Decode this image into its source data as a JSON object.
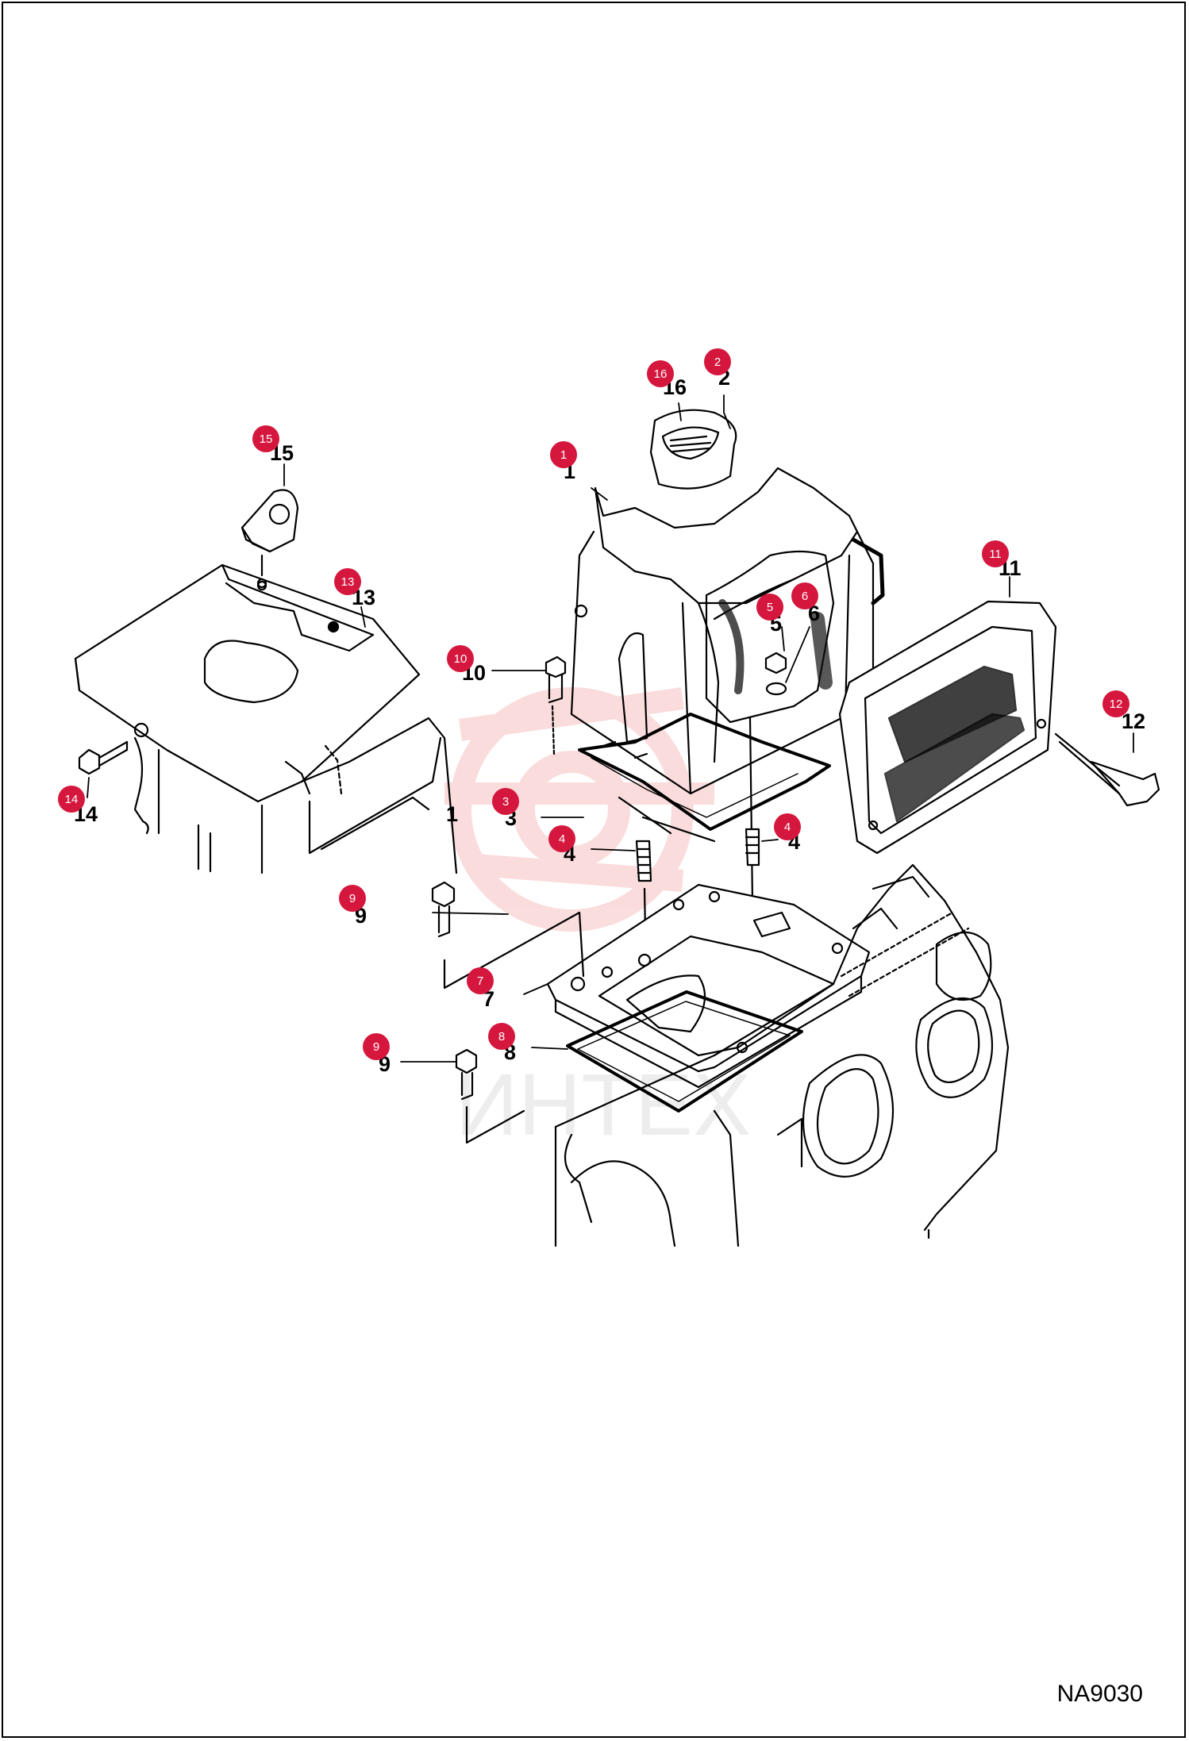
{
  "diagram_code": "NA9030",
  "watermark_text": "ИНТЕХ",
  "colors": {
    "callout": "#d5173d",
    "line": "#000000",
    "watermark": "#f4b3b3"
  },
  "callouts": {
    "c1": "1",
    "c2": "2",
    "c3": "3",
    "c4a": "4",
    "c4b": "4",
    "c5": "5",
    "c6": "6",
    "c7": "7",
    "c8": "8",
    "c9a": "9",
    "c9b": "9",
    "c10": "10",
    "c11": "11",
    "c12": "12",
    "c13": "13",
    "c14": "14",
    "c15": "15",
    "c16": "16"
  },
  "labels": {
    "n1": "1",
    "n1b": "1",
    "n2": "2",
    "n3": "3",
    "n4a": "4",
    "n4b": "4",
    "n5": "5",
    "n6": "6",
    "n7": "7",
    "n8": "8",
    "n9a": "9",
    "n9b": "9",
    "n10": "10",
    "n11": "11",
    "n12": "12",
    "n13": "13",
    "n14": "14",
    "n15": "15",
    "n16": "16"
  }
}
